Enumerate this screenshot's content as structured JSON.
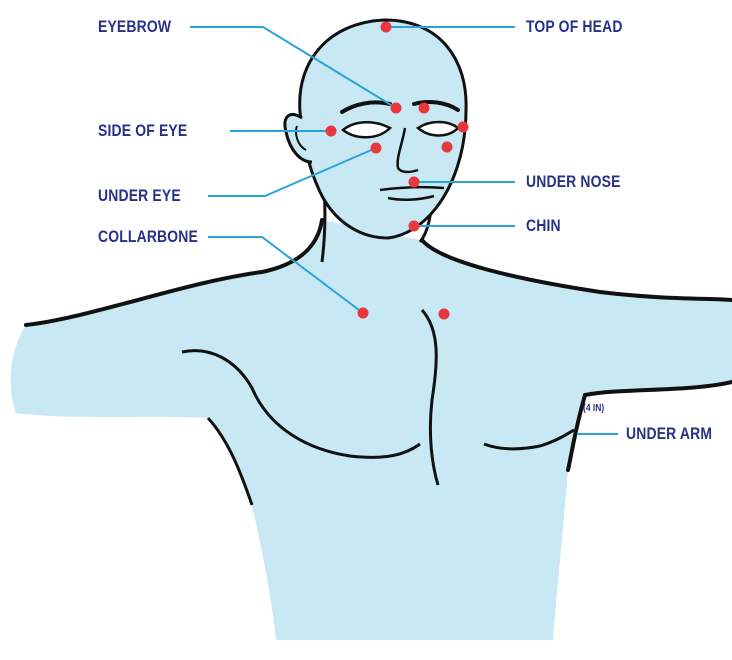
{
  "colors": {
    "skin": "#c8e8f3",
    "outline": "#111111",
    "point": "#e8383d",
    "leader": "#2aa3d8",
    "label": "#27318b"
  },
  "labels": {
    "eyebrow": "EYEBROW",
    "top_of_head": "TOP OF HEAD",
    "side_of_eye": "SIDE OF EYE",
    "under_eye": "UNDER EYE",
    "under_nose": "UNDER NOSE",
    "chin": "CHIN",
    "collarbone": "COLLARBONE",
    "under_arm": "UNDER ARM",
    "under_arm_note": "(4 IN)"
  }
}
